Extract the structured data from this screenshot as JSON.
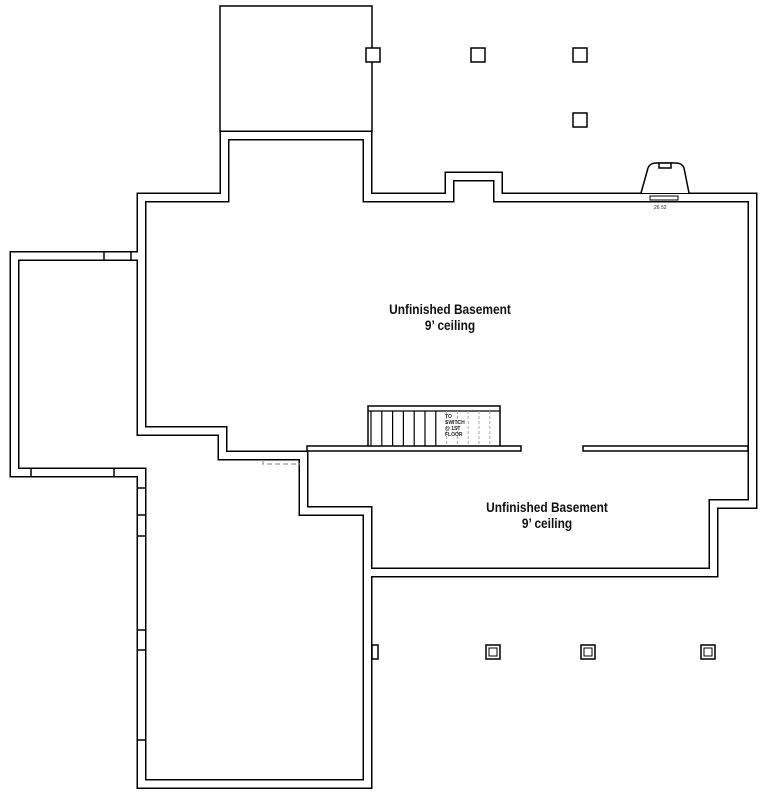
{
  "plan": {
    "rooms": [
      {
        "name": "Unfinished Basement",
        "ceiling": "9’ ceiling"
      },
      {
        "name": "Unfinished Basement",
        "ceiling": "9’ ceiling"
      }
    ],
    "stair_note": [
      "TO",
      "SWITCH",
      "@ 1ST",
      "FLOOR"
    ],
    "window_label": "26 52",
    "colors": {
      "wall": "#000000",
      "background": "#ffffff",
      "dashed": "#999999"
    }
  }
}
